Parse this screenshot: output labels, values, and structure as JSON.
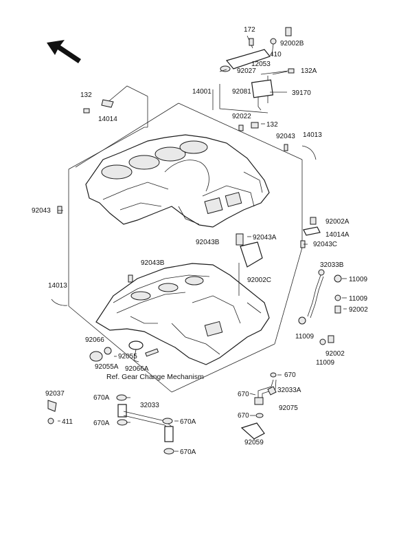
{
  "diagram": {
    "labels": {
      "p172": "172",
      "p92002B": "92002B",
      "p410": "410",
      "p12053": "12053",
      "p92027": "92027",
      "p132A": "132A",
      "p132_top": "132",
      "p14001": "14001",
      "p92081": "92081",
      "p39170": "39170",
      "p14014": "14014",
      "p92022": "92022",
      "p132_mid": "132",
      "p92043_r": "92043",
      "p14013_r": "14013",
      "p92043_l": "92043",
      "p92002A": "92002A",
      "p14014A": "14014A",
      "p92043B_a": "92043B",
      "p92043A": "92043A",
      "p92043C": "92043C",
      "p32033B": "32033B",
      "p92043B_b": "92043B",
      "p11009_a": "11009",
      "p92002C": "92002C",
      "p14013_l": "14013",
      "p11009_b": "11009",
      "p92002_a": "92002",
      "p11009_c": "11009",
      "p92066": "92066",
      "p92055A": "92055A",
      "p92055": "92055",
      "p92002_b": "92002",
      "p11009_d": "11009",
      "p92066A": "92066A",
      "p670_a": "670",
      "p92037": "92037",
      "p670A_a": "670A",
      "p32033": "32033",
      "p670_b": "670",
      "p32033A": "32033A",
      "p411": "411",
      "p670A_b": "670A",
      "p670A_c": "670A",
      "p670_c": "670",
      "p92075": "92075",
      "p92059": "92059",
      "p670A_d": "670A"
    },
    "caption": "Ref. Gear Change Mechanism"
  }
}
